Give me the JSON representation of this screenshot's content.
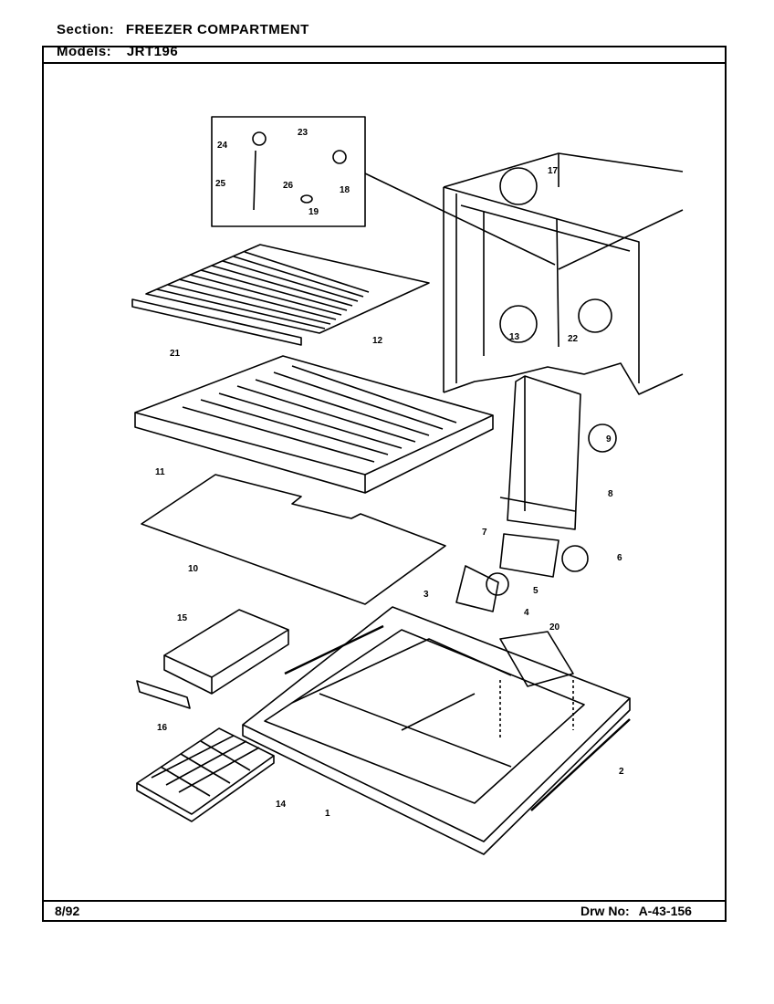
{
  "header": {
    "section_label": "Section:",
    "section_value": "FREEZER COMPARTMENT",
    "models_label": "Models:",
    "models_value": "JRT196"
  },
  "footer": {
    "date": "8/92",
    "drawing_label": "Drw No:",
    "drawing_number": "A-43-156"
  },
  "diagram": {
    "part_callouts": [
      "23",
      "24",
      "25",
      "26",
      "18",
      "19",
      "17",
      "12",
      "21",
      "13",
      "22",
      "11",
      "9",
      "8",
      "10",
      "7",
      "6",
      "5",
      "3",
      "4",
      "15",
      "20",
      "16",
      "2",
      "14",
      "1"
    ]
  }
}
